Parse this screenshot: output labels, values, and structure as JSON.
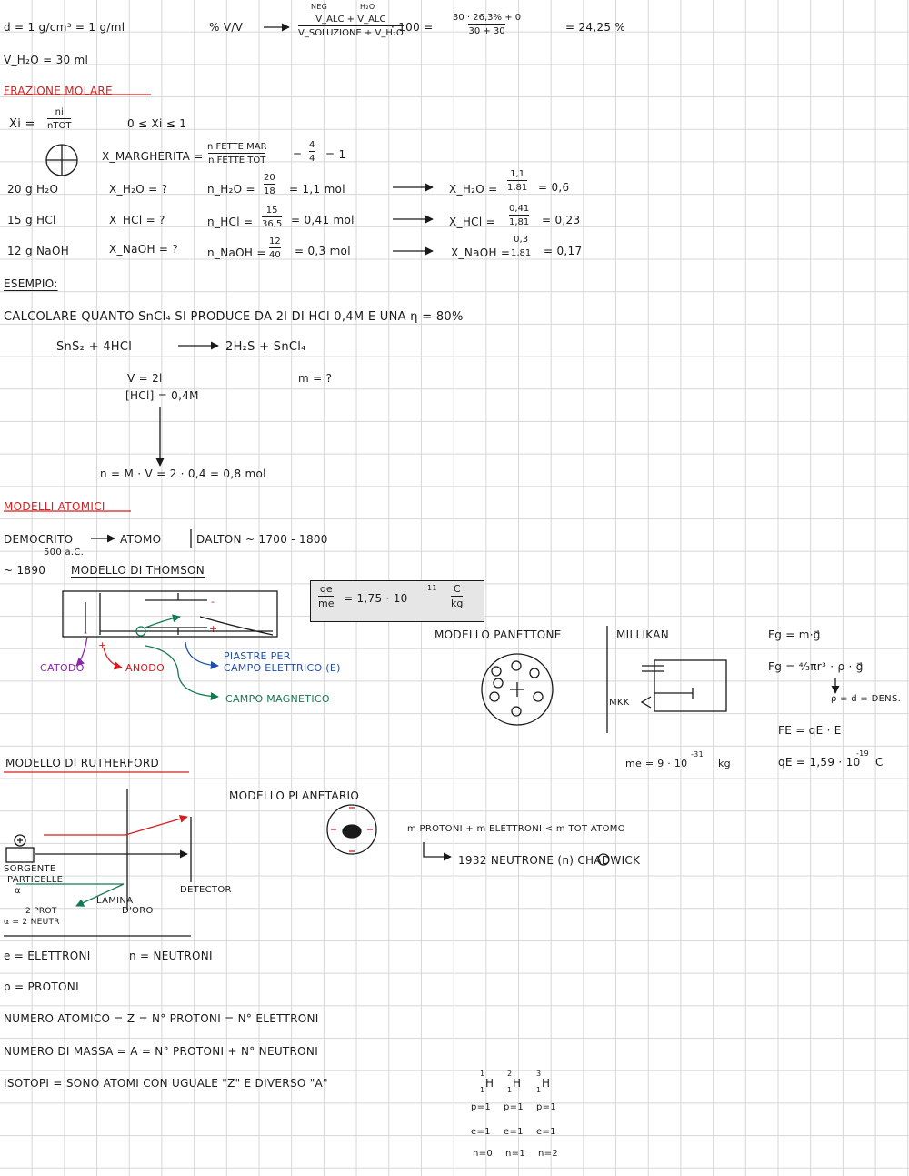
{
  "density": {
    "eq1": "d = 1 g/cm³ = 1 g/ml",
    "label": "% V/V",
    "num_top_a": "NEG",
    "num_top_b": "H₂O",
    "num": "V_ALC + V_ALC",
    "den": "V_SOLUZIONE + V_H₂O",
    "times": "· 100 =",
    "frac2_num": "30 · 26,3% + 0",
    "frac2_den": "30 + 30",
    "result": "= 24,25 %",
    "vh2o": "V_H₂O = 30 ml"
  },
  "frazione": {
    "title": "FRAZIONE MOLARE",
    "xi": "Xi =",
    "xi_num": "ni",
    "xi_den": "nTOT",
    "range": "0 ≤ Xi ≤ 1",
    "xmarg": "X_MARGHERITA =",
    "xmarg_num": "n FETTE MAR",
    "xmarg_den": "n FETTE TOT",
    "xmarg_eq": "=",
    "xmarg_fnum": "4",
    "xmarg_fden": "4",
    "xmarg_res": "= 1",
    "rows": [
      {
        "a": "20 g H₂O",
        "b": "X_H₂O = ?",
        "c": "n_H₂O =",
        "cn": "20",
        "cd": "18",
        "cr": "= 1,1 mol",
        "d": "X_H₂O =",
        "dn": "1,1",
        "dd": "1,81",
        "dr": "= 0,6"
      },
      {
        "a": "15 g HCl",
        "b": "X_HCl = ?",
        "c": "n_HCl =",
        "cn": "15",
        "cd": "36,5",
        "cr": "= 0,41 mol",
        "d": "X_HCl =",
        "dn": "0,41",
        "dd": "1,81",
        "dr": "= 0,23"
      },
      {
        "a": "12 g NaOH",
        "b": "X_NaOH = ?",
        "c": "n_NaOH =",
        "cn": "12",
        "cd": "40",
        "cr": "= 0,3 mol",
        "d": "X_NaOH =",
        "dn": "0,3",
        "dd": "1,81",
        "dr": "= 0,17"
      }
    ]
  },
  "esempio": {
    "title": "ESEMPIO:",
    "text": "CALCOLARE QUANTO SnCl₄ SI PRODUCE DA 2l DI HCl 0,4M E UNA η = 80%",
    "reaction_left": "SnS₂ + 4HCl",
    "reaction_right": "2H₂S + SnCl₄",
    "v": "V = 2l",
    "conc": "[HCl] = 0,4M",
    "m": "m = ?",
    "calc": "n = M · V = 2 · 0,4 = 0,8 mol"
  },
  "modelli": {
    "title": "MODELLI ATOMICI",
    "democrito": "DEMOCRITO",
    "atomo": "ATOMO",
    "ac": "500 a.C.",
    "dalton": "DALTON ~ 1700 - 1800",
    "year": "~ 1890",
    "thomson": "MODELLO DI THOMSON",
    "qm_num": "qe",
    "qm_den": "me",
    "qm_eq": "= 1,75 · 10",
    "qm_exp": "11",
    "qm_unit_num": "C",
    "qm_unit_den": "kg",
    "catodo": "CATODO",
    "anodo": "ANODO",
    "piastre": "PIASTRE PER",
    "campo_el": "CAMPO ELETTRICO (E)",
    "campo_mag": "CAMPO MAGNETICO",
    "minus": "-",
    "plus": "+",
    "panettone": "MODELLO PANETTONE",
    "millikan": "MILLIKAN",
    "fg1": "Fg = m·g⃗",
    "fg2": "Fg = ⁴⁄₃πr³ · ρ · g⃗",
    "rho": "ρ = d = DENS.",
    "fe": "FE = qE · E",
    "me": "me = 9 · 10",
    "me_exp": "-31",
    "me_unit": "kg",
    "qe": "qE = 1,59 · 10",
    "qe_exp": "-19",
    "qe_unit": "C",
    "mkk": "MKK"
  },
  "rutherford": {
    "title": "MODELLO DI RUTHERFORD",
    "planetario": "MODELLO PLANETARIO",
    "mass_rel": "m PROTONI + m ELETTRONI < m TOT ATOMO",
    "neutrone": "1932 NEUTRONE (n) CHADWICK",
    "sorgente": "SORGENTE",
    "particelle": "PARTICELLE",
    "alpha": "α",
    "lamina": "LAMINA",
    "doro": "D'ORO",
    "detector": "DETECTOR",
    "prot": "2 PROT",
    "neutr": "α = 2 NEUTR"
  },
  "defs": {
    "e": "e = ELETTRONI",
    "n": "n = NEUTRONI",
    "p": "p = PROTONI",
    "z": "NUMERO ATOMICO = Z = N° PROTONI = N° ELETTRONI",
    "a": "NUMERO DI MASSA = A = N° PROTONI + N° NEUTRONI",
    "iso": "ISOTOPI = SONO ATOMI CON UGUALE \"Z\" E DIVERSO \"A\"",
    "isotopes": [
      {
        "sym": "H",
        "a": "1",
        "z": "1",
        "p": "p=1",
        "e": "e=1",
        "n": "n=0"
      },
      {
        "sym": "H",
        "a": "2",
        "z": "1",
        "p": "p=1",
        "e": "e=1",
        "n": "n=1"
      },
      {
        "sym": "H",
        "a": "3",
        "z": "1",
        "p": "p=1",
        "e": "e=1",
        "n": "n=2"
      }
    ]
  },
  "colors": {
    "red": "#d21f1f",
    "purple": "#8a2aa8",
    "blue": "#1f4fa8",
    "green": "#117a4f"
  }
}
